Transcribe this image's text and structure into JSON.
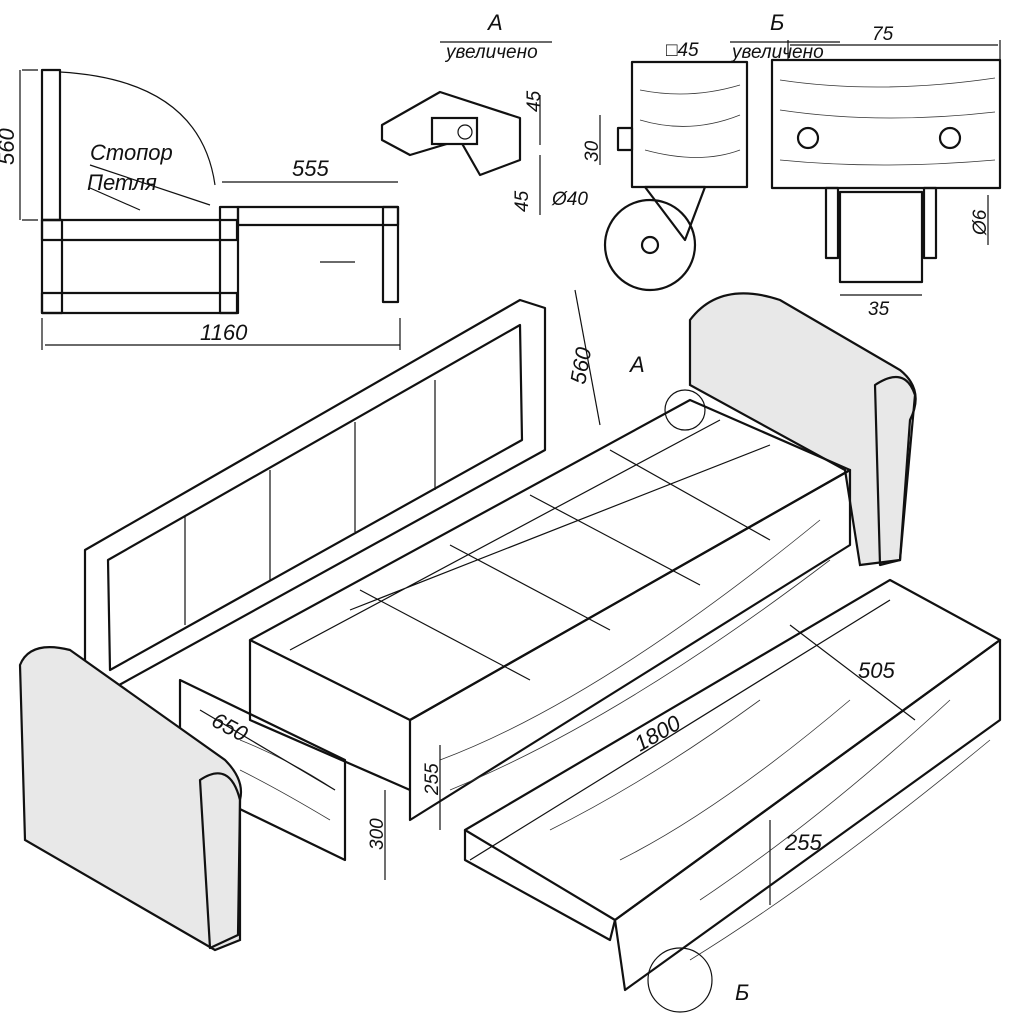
{
  "title": "Sofa bed construction drawing",
  "detail_a": {
    "letter": "А",
    "caption": "увеличено",
    "dim_1": "45",
    "dim_2": "45"
  },
  "detail_b": {
    "letter": "Б",
    "caption": "увеличено",
    "square": "□45",
    "width": "75",
    "height": "30",
    "wheel_diameter": "Ø40",
    "axle_diameter": "Ø6",
    "bracket_width": "35"
  },
  "side_view": {
    "height": "560",
    "stopper": "Стопор",
    "hinge": "Петля",
    "depth_half": "555",
    "total_depth": "1160"
  },
  "main_view": {
    "back_height": "560",
    "callout_a": "А",
    "mattress_width": "505",
    "length": "1800",
    "drawer_depth": "650",
    "side_height": "255",
    "drawer_height": "300",
    "mattress_height": "255",
    "callout_b": "Б"
  }
}
